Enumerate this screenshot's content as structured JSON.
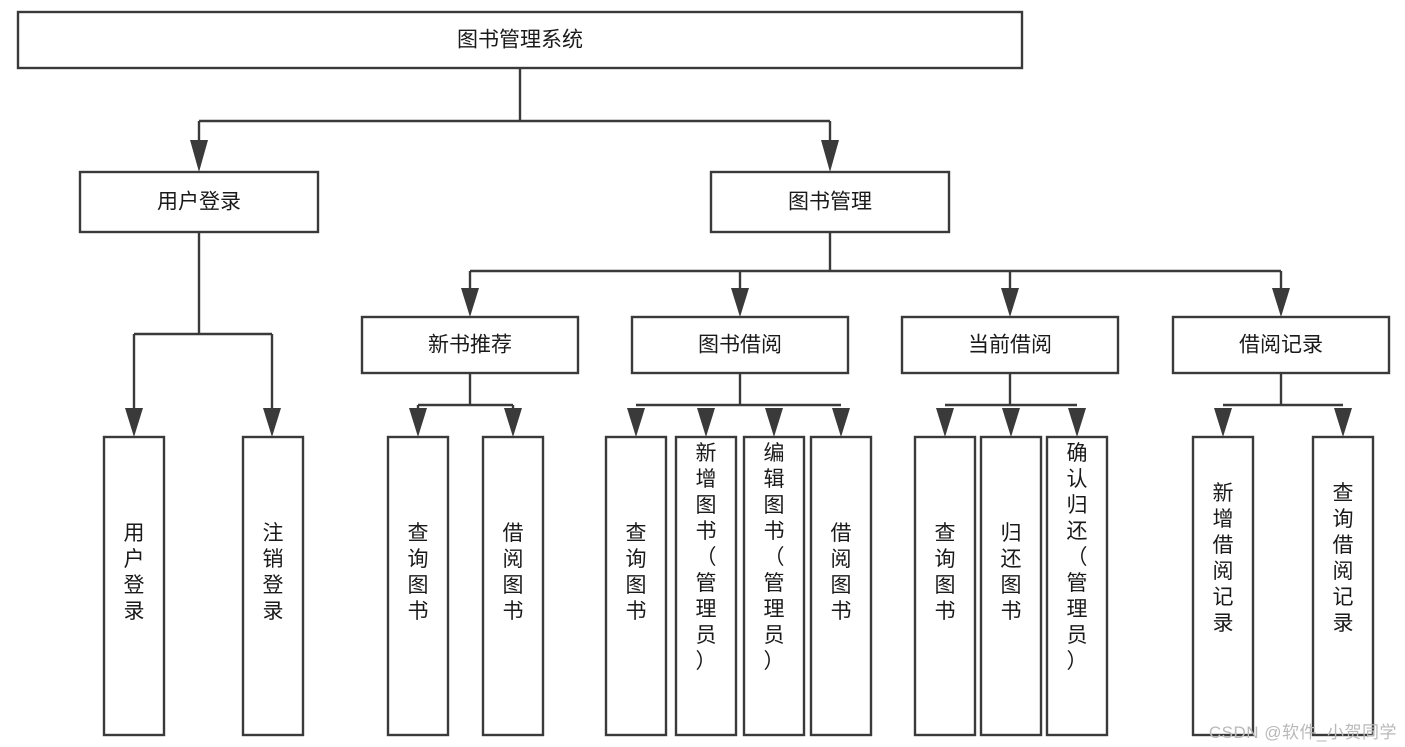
{
  "diagram": {
    "type": "tree-flowchart",
    "orientation": "top-down",
    "title": "图书管理系统",
    "colors": {
      "background": "#ffffff",
      "box_fill": "#ffffff",
      "box_stroke": "#3a3a3a",
      "connector": "#3a3a3a",
      "text": "#1a1a1a",
      "watermark": "#b9b9b9"
    },
    "nodes": {
      "root": {
        "label": "图书管理系统",
        "level": 0,
        "text_orientation": "horizontal"
      },
      "level1": [
        {
          "id": "user-login",
          "label": "用户登录",
          "text_orientation": "horizontal"
        },
        {
          "id": "book-manage",
          "label": "图书管理",
          "text_orientation": "horizontal"
        }
      ],
      "level2": [
        {
          "id": "new-book-rec",
          "label": "新书推荐",
          "parent": "book-manage",
          "text_orientation": "horizontal"
        },
        {
          "id": "book-borrow",
          "label": "图书借阅",
          "parent": "book-manage",
          "text_orientation": "horizontal"
        },
        {
          "id": "current-borrow",
          "label": "当前借阅",
          "parent": "book-manage",
          "text_orientation": "horizontal"
        },
        {
          "id": "borrow-record",
          "label": "借阅记录",
          "parent": "book-manage",
          "text_orientation": "horizontal"
        }
      ],
      "leaves": [
        {
          "id": "leaf-user-login",
          "label": "用户登录",
          "parent": "user-login",
          "text_orientation": "vertical"
        },
        {
          "id": "leaf-logout",
          "label": "注销登录",
          "parent": "user-login",
          "text_orientation": "vertical"
        },
        {
          "id": "leaf-query-book-rec",
          "label": "查询图书",
          "parent": "new-book-rec",
          "text_orientation": "vertical"
        },
        {
          "id": "leaf-borrow-book-rec",
          "label": "借阅图书",
          "parent": "new-book-rec",
          "text_orientation": "vertical"
        },
        {
          "id": "leaf-query-book-borrow",
          "label": "查询图书",
          "parent": "book-borrow",
          "text_orientation": "vertical"
        },
        {
          "id": "leaf-add-book",
          "label": "新增图书（管理员）",
          "parent": "book-borrow",
          "text_orientation": "vertical"
        },
        {
          "id": "leaf-edit-book",
          "label": "编辑图书（管理员）",
          "parent": "book-borrow",
          "text_orientation": "vertical"
        },
        {
          "id": "leaf-borrow-book",
          "label": "借阅图书",
          "parent": "book-borrow",
          "text_orientation": "vertical"
        },
        {
          "id": "leaf-query-book-current",
          "label": "查询图书",
          "parent": "current-borrow",
          "text_orientation": "vertical"
        },
        {
          "id": "leaf-return-book",
          "label": "归还图书",
          "parent": "current-borrow",
          "text_orientation": "vertical"
        },
        {
          "id": "leaf-confirm-return",
          "label": "确认归还（管理员）",
          "parent": "current-borrow",
          "text_orientation": "vertical"
        },
        {
          "id": "leaf-add-record",
          "label": "新增借阅记录",
          "parent": "borrow-record",
          "text_orientation": "vertical"
        },
        {
          "id": "leaf-query-record",
          "label": "查询借阅记录",
          "parent": "borrow-record",
          "text_orientation": "vertical"
        }
      ]
    },
    "watermark": "CSDN @软件_小贺同学"
  }
}
